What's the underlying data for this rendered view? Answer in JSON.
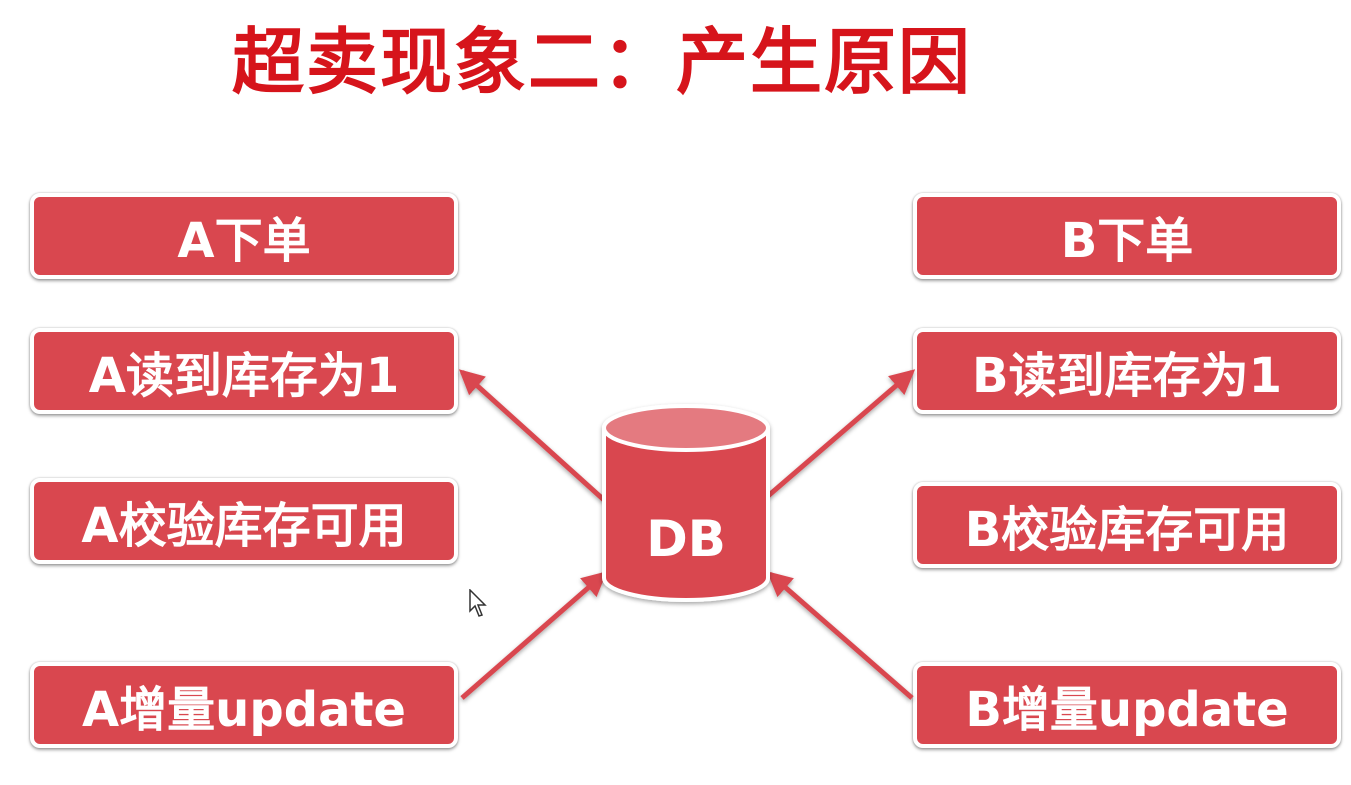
{
  "slide": {
    "title": "超卖现象二：产生原因"
  },
  "left_steps": [
    {
      "label": "A下单"
    },
    {
      "label": "A读到库存为1"
    },
    {
      "label": "A校验库存可用"
    },
    {
      "label": "A增量update"
    }
  ],
  "right_steps": [
    {
      "label": "B下单"
    },
    {
      "label": "B读到库存为1"
    },
    {
      "label": "B校验库存可用"
    },
    {
      "label": "B增量update"
    }
  ],
  "database": {
    "label": "DB"
  },
  "colors": {
    "title": "#d6141b",
    "box_fill": "#d9474f",
    "arrow": "#d9474f",
    "db_top": "#e47a80",
    "db_body": "#d9474f"
  }
}
